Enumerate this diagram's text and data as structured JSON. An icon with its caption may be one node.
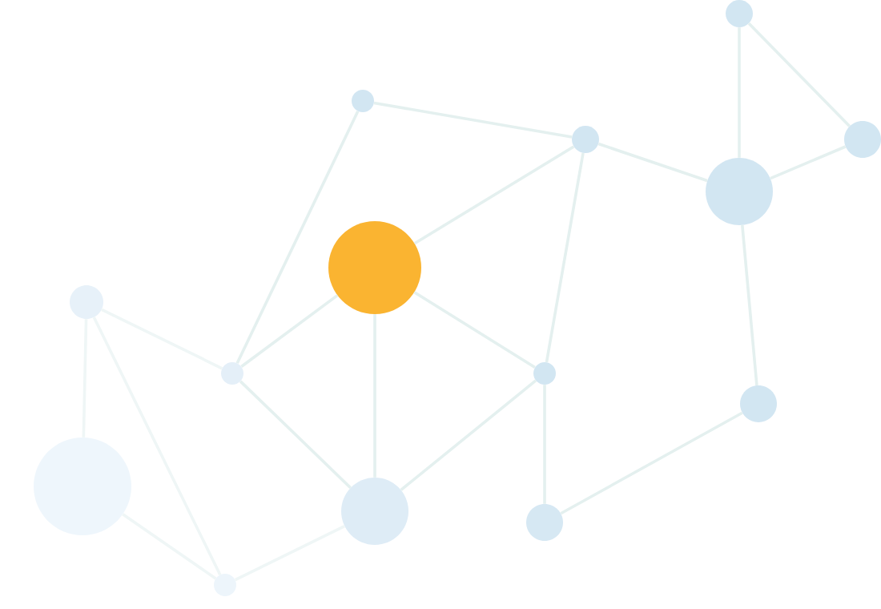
{
  "diagram": {
    "nodes": [
      {
        "text": [],
        "shape": "circle"
      },
      {
        "text": [],
        "shape": "circle"
      },
      {
        "text": [],
        "shape": "circle"
      },
      {
        "text": [],
        "shape": "circle"
      },
      {
        "text": [],
        "shape": "circle"
      },
      {
        "text": [],
        "shape": "circle"
      },
      {
        "text": [],
        "shape": "circle"
      },
      {
        "text": [],
        "shape": "circle"
      },
      {
        "text": [],
        "shape": "circle"
      },
      {
        "text": [],
        "shape": "circle"
      },
      {
        "text": [],
        "shape": "circle"
      },
      {
        "text": [],
        "shape": "circle"
      },
      {
        "text": [],
        "shape": "circle"
      },
      {
        "text": [],
        "shape": "circle"
      }
    ],
    "edges": [
      {
        "from": 0,
        "to": 4,
        "arrow": "none"
      },
      {
        "from": 0,
        "to": 3,
        "arrow": "none"
      },
      {
        "from": 1,
        "to": 2,
        "arrow": "none"
      },
      {
        "from": 1,
        "to": 7,
        "arrow": "none"
      },
      {
        "from": 2,
        "to": 4,
        "arrow": "none"
      },
      {
        "from": 2,
        "to": 5,
        "arrow": "none"
      },
      {
        "from": 2,
        "to": 8,
        "arrow": "none"
      },
      {
        "from": 4,
        "to": 3,
        "arrow": "none"
      },
      {
        "from": 4,
        "to": 9,
        "arrow": "none"
      },
      {
        "from": 5,
        "to": 7,
        "arrow": "none"
      },
      {
        "from": 5,
        "to": 8,
        "arrow": "none"
      },
      {
        "from": 5,
        "to": 11,
        "arrow": "none"
      },
      {
        "from": 6,
        "to": 7,
        "arrow": "none",
        "color": "#eff6f6"
      },
      {
        "from": 6,
        "to": 10,
        "arrow": "none",
        "color": "#eff6f6"
      },
      {
        "from": 6,
        "to": 13,
        "arrow": "none",
        "color": "#eff6f6"
      },
      {
        "from": 7,
        "to": 11,
        "arrow": "none"
      },
      {
        "from": 8,
        "to": 11,
        "arrow": "none"
      },
      {
        "from": 8,
        "to": 12,
        "arrow": "none"
      },
      {
        "from": 9,
        "to": 12,
        "arrow": "none"
      },
      {
        "from": 10,
        "to": 13,
        "arrow": "none",
        "color": "#eff6f6"
      },
      {
        "from": 11,
        "to": 13,
        "arrow": "none",
        "color": "#eff6f6"
      }
    ]
  }
}
